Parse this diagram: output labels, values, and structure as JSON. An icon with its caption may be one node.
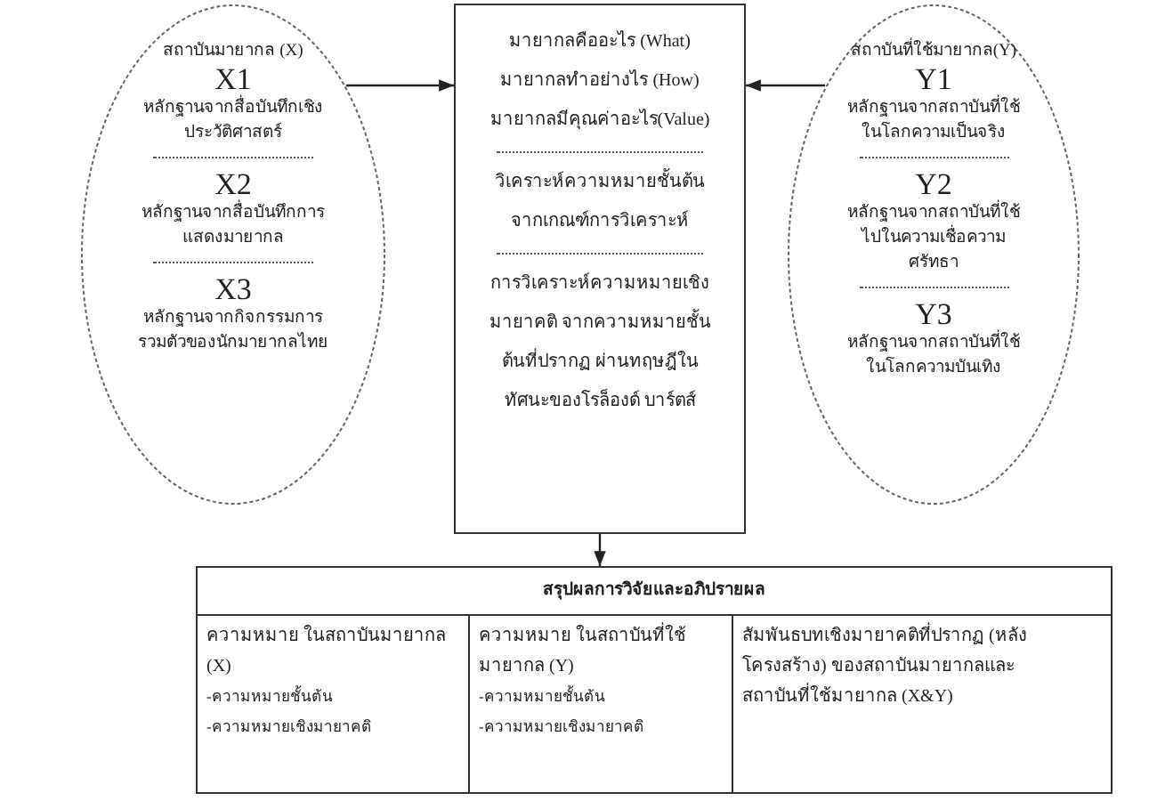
{
  "diagram": {
    "nodes": [
      {
        "text": [
          "สถาบันมายากล (X)",
          "X1",
          "หลักฐานจากสื่อบันทึกเชิงประวัติศาสตร์",
          "X2",
          "หลักฐานจากสื่อบันทึกการแสดงมายากล",
          "X3",
          "หลักฐานจากกิจกรรมการรวมตัวของนักมายากลไทย"
        ]
      },
      {
        "text": [
          "มายากลคืออะไร (What)",
          "มายากลทำอย่างไร (How)",
          "มายากลมีคุณค่าอะไร(Value)",
          "วิเคราะห์ความหมายชั้นต้นจากเกณฑ์การวิเคราะห์",
          "การวิเคราะห์ความหมายเชิงมายาคติ จากความหมายชั้นต้นที่ปรากฏ ผ่านทฤษฎีในทัศนะของโรล็องด์ บาร์ตส์"
        ]
      },
      {
        "text": [
          "สถาบันที่ใช้มายากล(Y)",
          "Y1",
          "หลักฐานจากสถาบันที่ใช้ในโลกความเป็นจริง",
          "Y2",
          "หลักฐานจากสถาบันที่ใช้ไปในความเชื่อความศรัทธา",
          "Y3",
          "หลักฐานจากสถาบันที่ใช้ในโลกความบันเทิง"
        ]
      },
      {
        "text": [
          "สรุปผลการวิจัยและอภิปรายผล"
        ]
      },
      {
        "text": [
          "ความหมาย ในสถาบันมายากล (X)",
          "-ความหมายชั้นต้น",
          "-ความหมายเชิงมายาคติ"
        ],
        "in": 3
      },
      {
        "text": [
          "ความหมาย ในสถาบันที่ใช้มายากล (Y)",
          "-ความหมายชั้นต้น",
          "-ความหมายเชิงมายาคติ"
        ],
        "in": 3
      },
      {
        "text": [
          "สัมพันธบทเชิงมายาคติที่ปรากฏ (หลังโครงสร้าง) ของสถาบันมายากลและสถาบันที่ใช้มายากล (X&Y)"
        ],
        "in": 3
      }
    ],
    "edges": [
      {
        "from": 0,
        "to": 1,
        "arrow": "to"
      },
      {
        "from": 2,
        "to": 1,
        "arrow": "to"
      },
      {
        "from": 1,
        "to": 3,
        "arrow": "to"
      }
    ]
  }
}
